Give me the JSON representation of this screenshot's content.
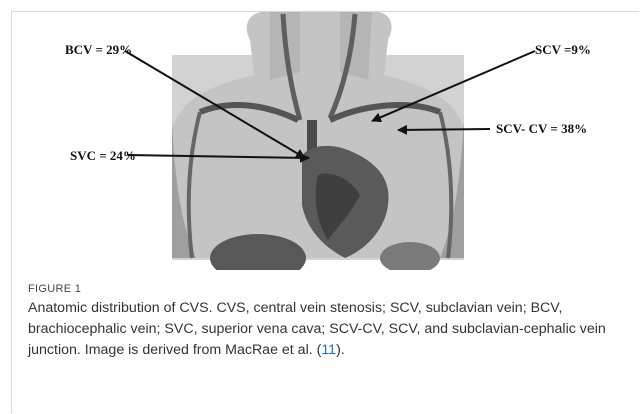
{
  "figure": {
    "labels": {
      "bcv": "BCV = 29%",
      "scv": "SCV =9%",
      "scv_cv": "SCV- CV = 38%",
      "svc": "SVC = 24%"
    }
  },
  "caption": {
    "figure_label": "FIGURE 1",
    "text": "Anatomic distribution of CVS. CVS, central vein stenosis; SCV, subclavian vein; BCV, brachiocephalic vein; SVC, superior vena cava; SCV-CV, SCV, and subclavian-cephalic vein junction. Image is derived from MacRae et al. (",
    "reference": "11",
    "text_end": ")."
  },
  "colors": {
    "link": "#1a73c9",
    "figure_bg": "#c9c9c9"
  }
}
